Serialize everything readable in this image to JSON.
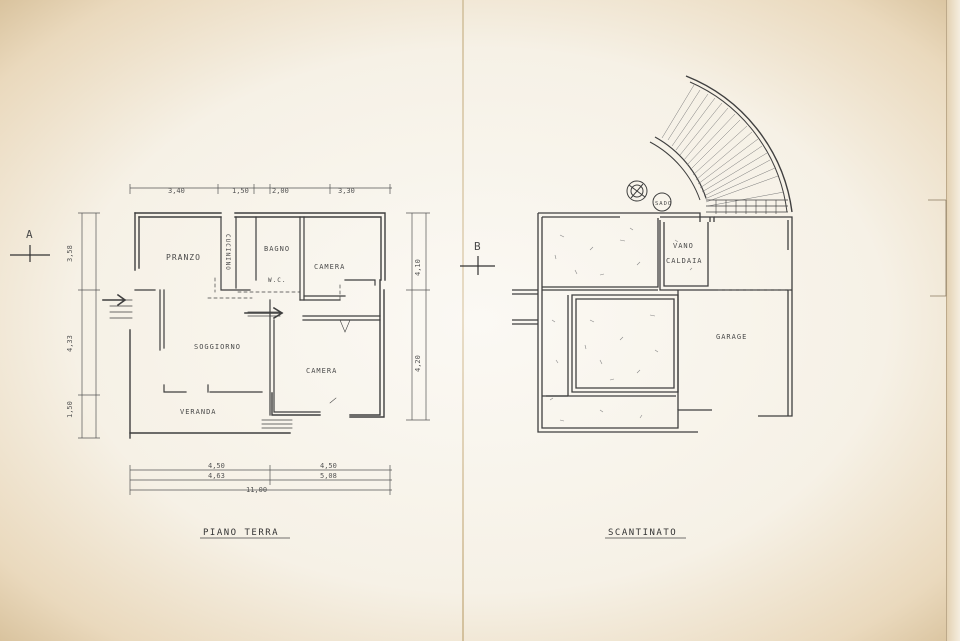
{
  "ground_floor": {
    "title": "PIANO TERRA",
    "rooms": {
      "pranzo": "PRANZO",
      "cucinino": "CUCININO",
      "bagno": "BAGNO",
      "wc": "W.C.",
      "camera_top": "CAMERA",
      "soggiorno": "SOGGIORNO",
      "camera_bottom": "CAMERA",
      "veranda": "VERANDA"
    },
    "dims_top": [
      "3,40",
      "1,50",
      "2,00",
      "3,30"
    ],
    "dims_bottom_row1": [
      "4,50",
      "4,50"
    ],
    "dims_bottom_row2": [
      "4,63",
      "5,08"
    ],
    "dims_total": "11,00",
    "dims_left": [
      "3,58",
      "4,33",
      "1,50"
    ],
    "dims_right": [
      "4,10",
      "4,20"
    ],
    "section_a": "A",
    "section_b": "B"
  },
  "basement": {
    "title": "SCANTINATO",
    "rooms": {
      "vano_caldaia_1": "VANO",
      "vano_caldaia_2": "CALDAIA",
      "garage": "GARAGE",
      "sado": "SADO"
    }
  }
}
